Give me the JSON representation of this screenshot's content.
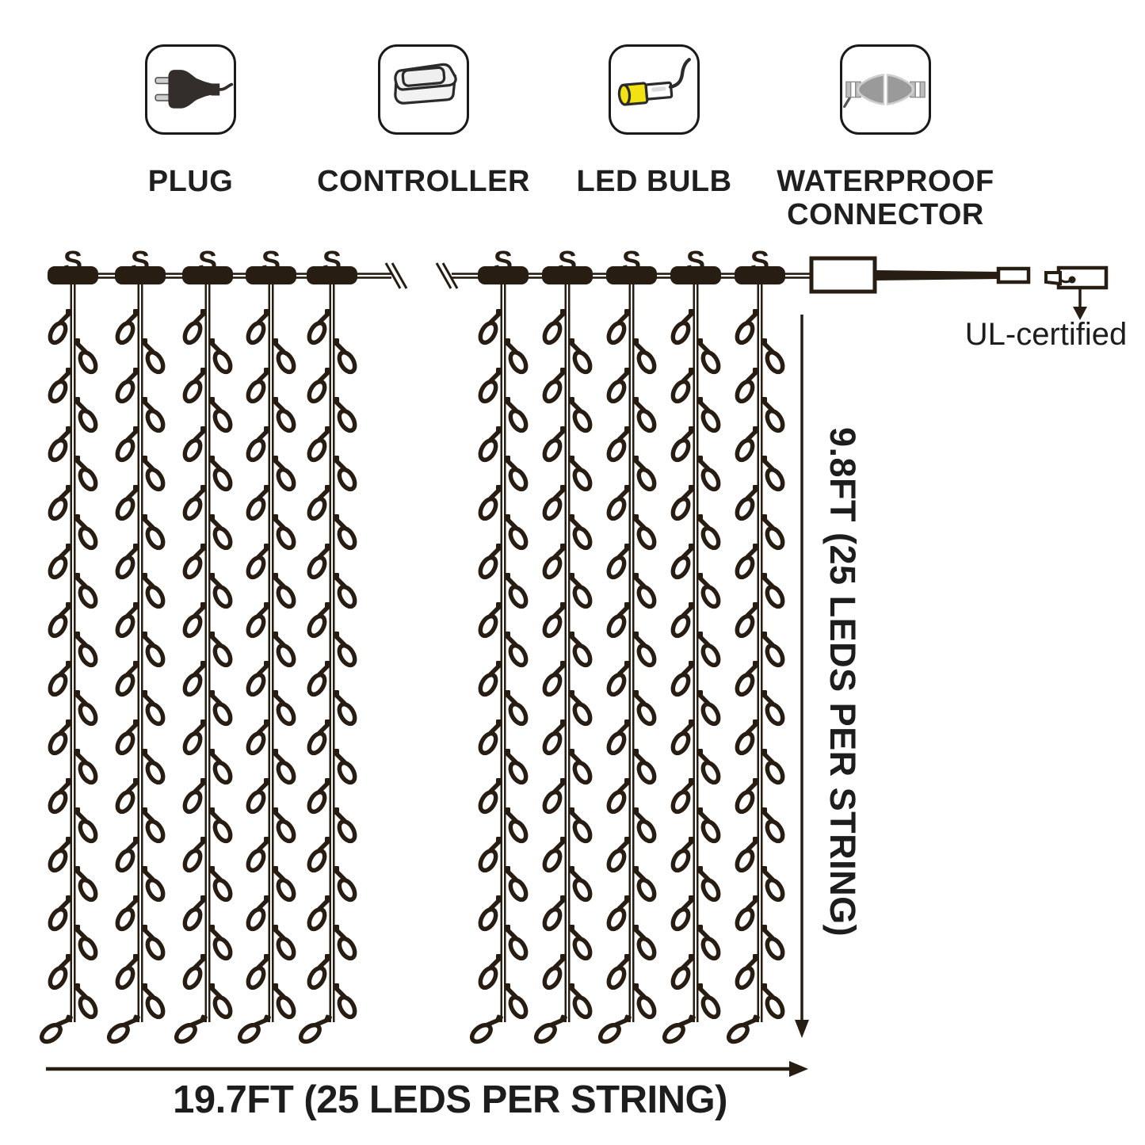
{
  "legend": {
    "items": [
      {
        "name": "plug",
        "icon": "plug-icon",
        "lines": [
          "PLUG"
        ]
      },
      {
        "name": "controller",
        "icon": "controller-icon",
        "lines": [
          "CONTROLLER"
        ]
      },
      {
        "name": "led-bulb",
        "icon": "led-bulb-icon",
        "lines": [
          "LED BULB"
        ]
      },
      {
        "name": "waterproof-connector",
        "icon": "waterproof-connector-icon",
        "lines": [
          "WATERPROOF",
          "CONNECTOR"
        ]
      }
    ]
  },
  "diagram": {
    "hook_glyph": "S",
    "groups": 2,
    "strings_per_group": 5,
    "total_strings": 10,
    "leds_per_string": 25,
    "ul_label": "UL-certified",
    "height_label": "9.8FT (25 LEDS PER STRING)",
    "width_label": "19.7FT (25 LEDS PER STRING)",
    "colors": {
      "ink": "#271d12",
      "outline": "#1a1a1a",
      "led_yellow": "#f2e113",
      "connector_gray": "#9a9a9a"
    }
  }
}
